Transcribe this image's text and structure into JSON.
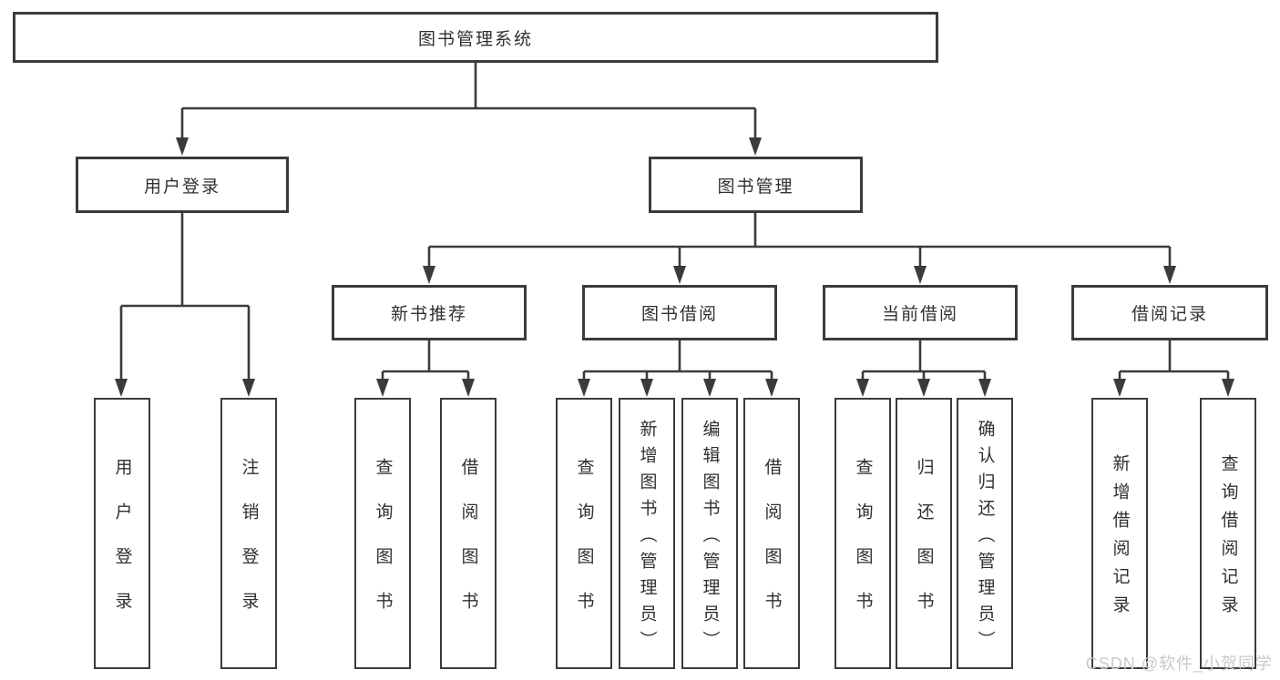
{
  "diagram": {
    "type": "function-structure-tree",
    "colors": {
      "line": "#3b3b3b",
      "box_border": "#3b3b3b",
      "box_background": "#ffffff",
      "text": "#303030",
      "watermark_text": "#c9c9c9",
      "page_background": "#ffffff"
    },
    "tree": {
      "label": "图书管理系统",
      "children": [
        {
          "label": "用户登录",
          "children": [
            {
              "label": "用户登录"
            },
            {
              "label": "注销登录"
            }
          ]
        },
        {
          "label": "图书管理",
          "children": [
            {
              "label": "新书推荐",
              "children": [
                {
                  "label": "查询图书"
                },
                {
                  "label": "借阅图书"
                }
              ]
            },
            {
              "label": "图书借阅",
              "children": [
                {
                  "label": "查询图书"
                },
                {
                  "label": "新增图书（管理员）"
                },
                {
                  "label": "编辑图书（管理员）"
                },
                {
                  "label": "借阅图书"
                }
              ]
            },
            {
              "label": "当前借阅",
              "children": [
                {
                  "label": "查询图书"
                },
                {
                  "label": "归还图书"
                },
                {
                  "label": "确认归还（管理员）"
                }
              ]
            },
            {
              "label": "借阅记录",
              "children": [
                {
                  "label": "新增借阅记录"
                },
                {
                  "label": "查询借阅记录"
                }
              ]
            }
          ]
        }
      ]
    },
    "watermark": {
      "text": "CSDN @软件_小贺同学"
    }
  }
}
